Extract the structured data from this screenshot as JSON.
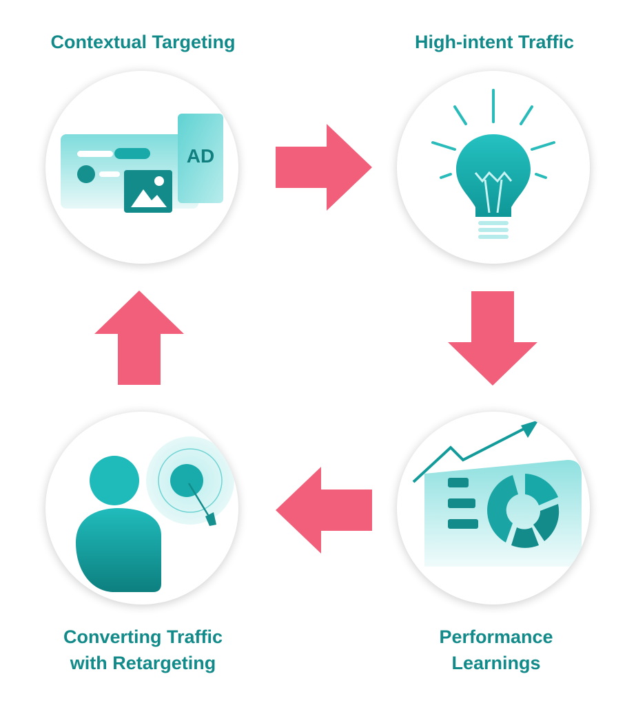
{
  "steps": [
    {
      "title": "Contextual Targeting",
      "icon": "ad-placement-icon"
    },
    {
      "title": "High-intent Traffic",
      "icon": "lightbulb-icon"
    },
    {
      "title_lines": [
        "Performance",
        "Learnings"
      ],
      "icon": "analytics-dashboard-icon"
    },
    {
      "title_lines": [
        "Converting Traffic",
        "with Retargeting"
      ],
      "icon": "retargeting-user-icon"
    }
  ],
  "ad_badge": "AD",
  "colors": {
    "label": "#128a8a",
    "teal": "#1fb5b5",
    "teal_dark": "#0f8f8f",
    "teal_light": "#9fe3e3",
    "arrow": "#f25f7a"
  },
  "flow_direction": "clockwise"
}
